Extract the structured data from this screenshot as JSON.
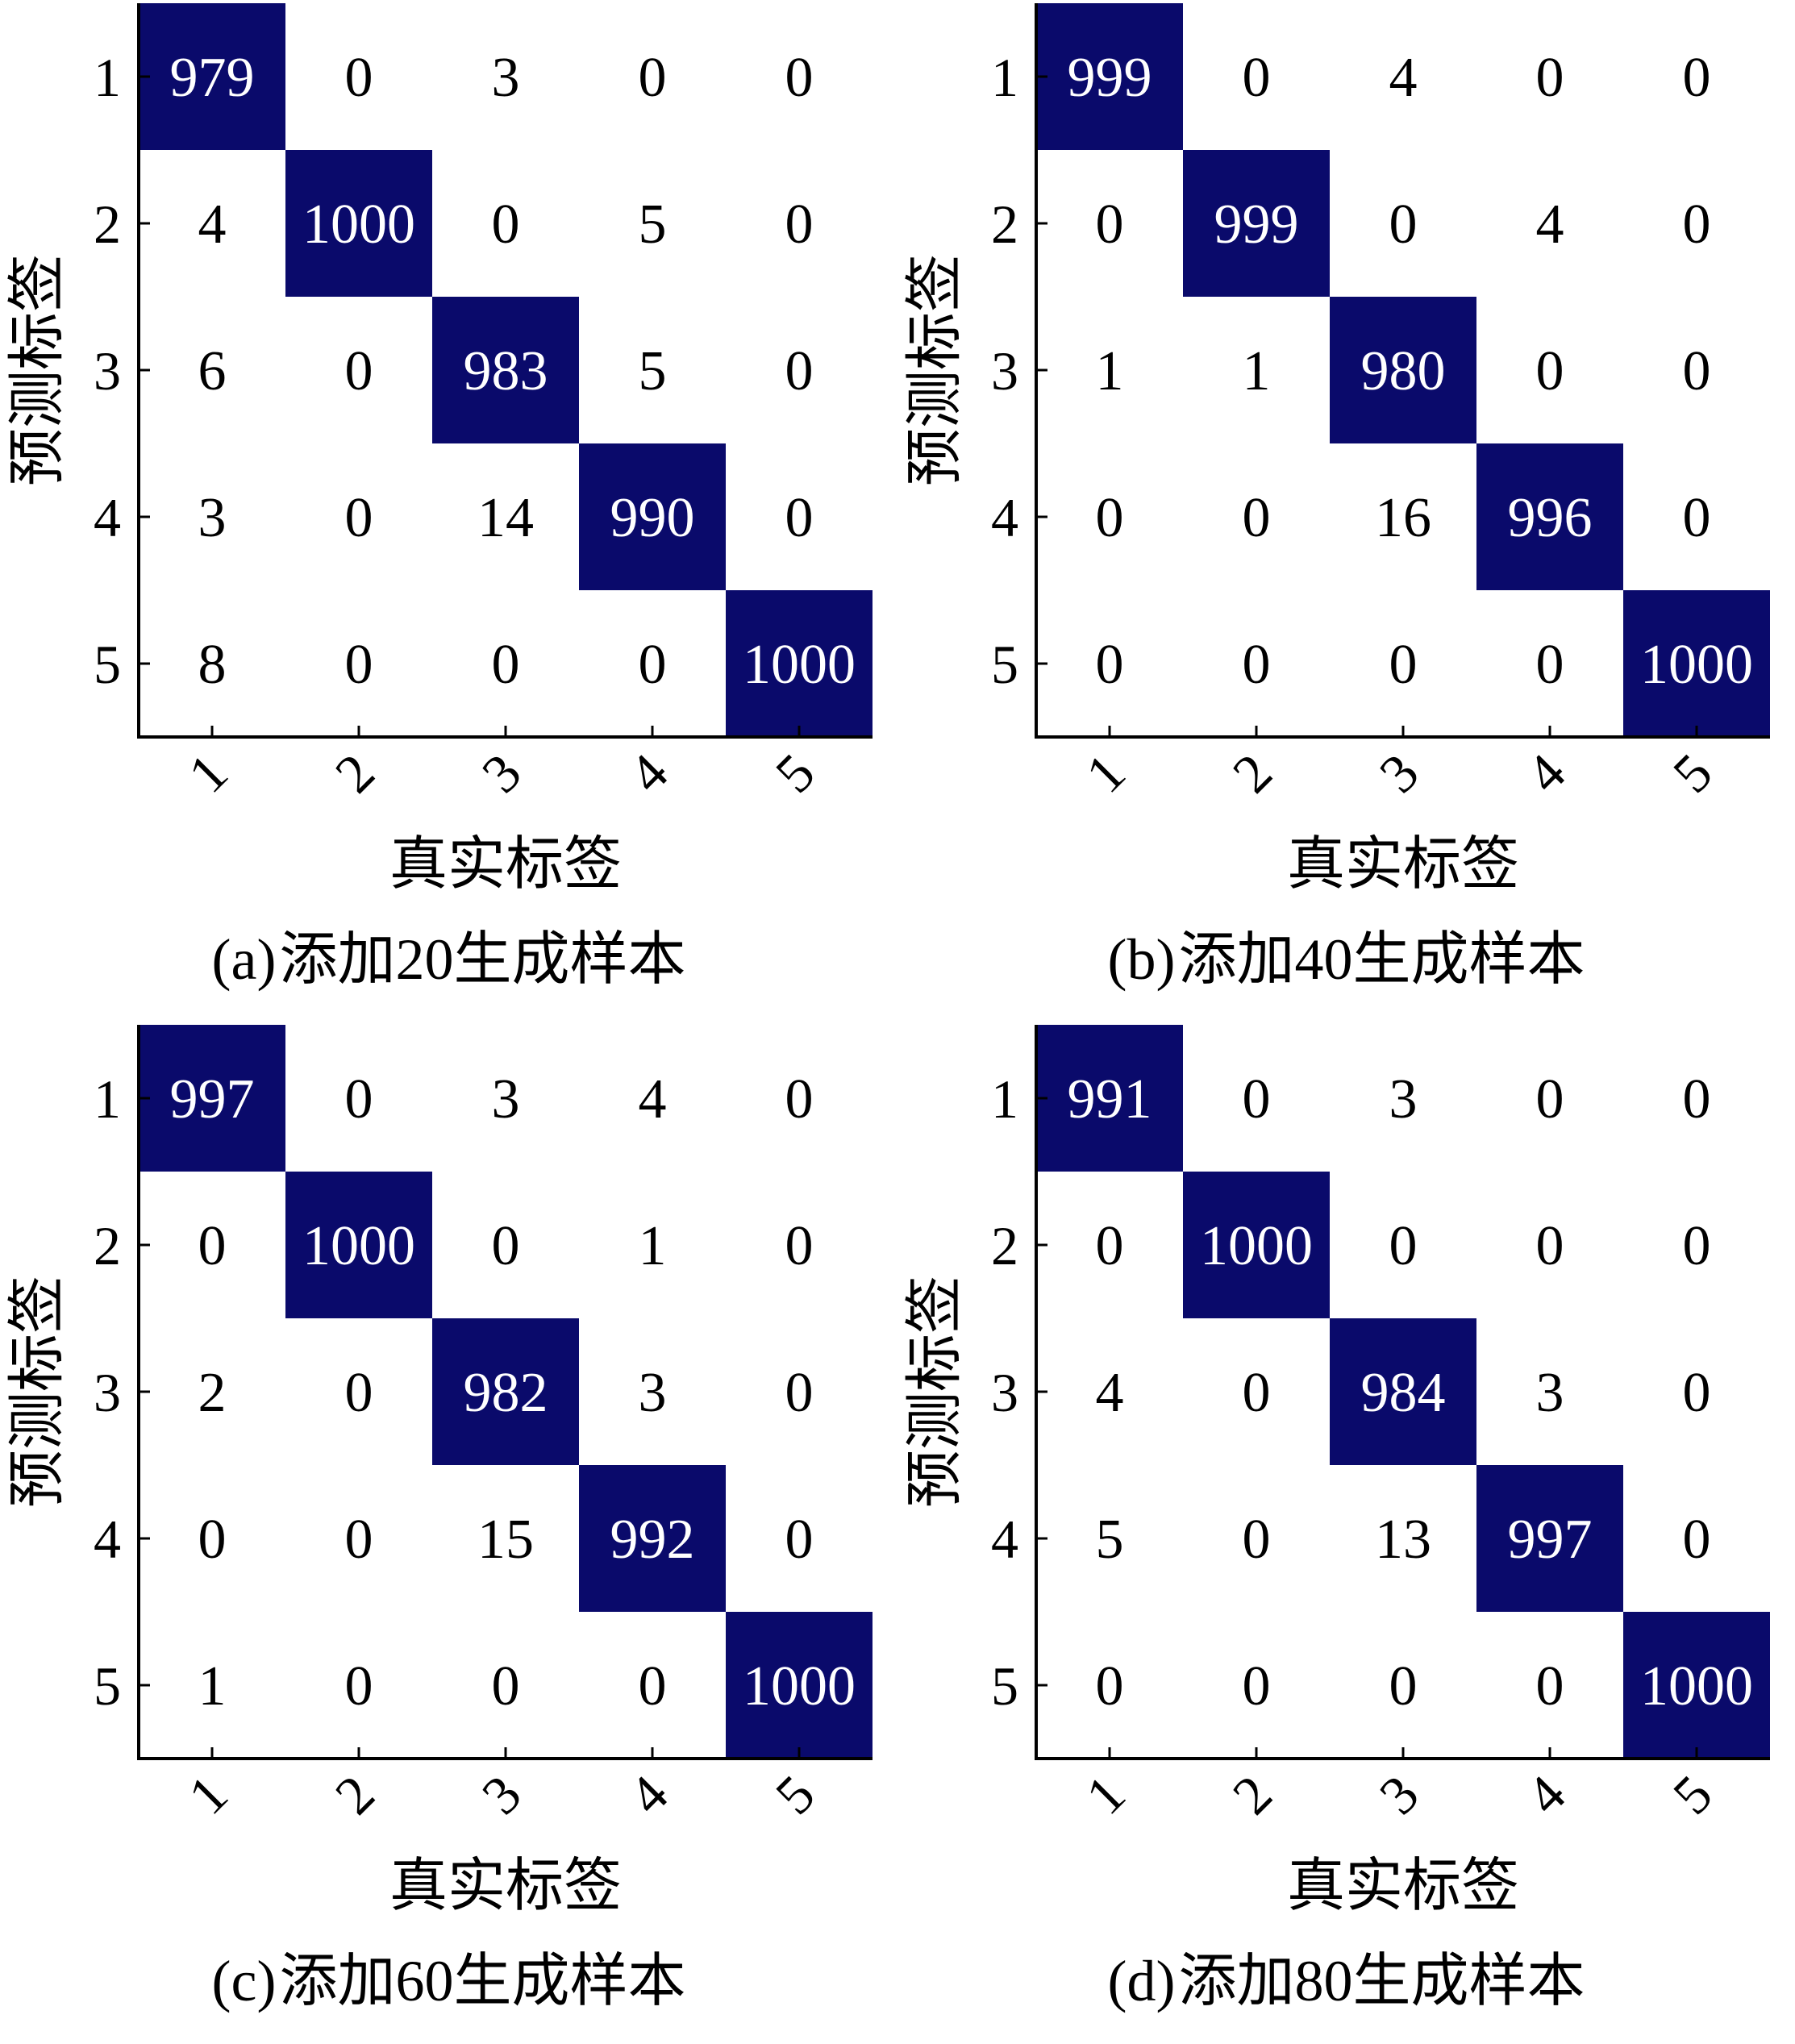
{
  "chart_data": [
    {
      "type": "heatmap",
      "caption_label": "(a)",
      "caption_text": "添加20生成样本",
      "xlabel": "真实标签",
      "ylabel": "预测标签",
      "x_categories": [
        "1",
        "2",
        "3",
        "4",
        "5"
      ],
      "y_categories": [
        "1",
        "2",
        "3",
        "4",
        "5"
      ],
      "matrix": [
        [
          979,
          0,
          3,
          0,
          0
        ],
        [
          4,
          1000,
          0,
          5,
          0
        ],
        [
          6,
          0,
          983,
          5,
          0
        ],
        [
          3,
          0,
          14,
          990,
          0
        ],
        [
          8,
          0,
          0,
          0,
          1000
        ]
      ],
      "highlight": "diagonal",
      "highlight_color": "#0a0a6b",
      "background_color": "#ffffff"
    },
    {
      "type": "heatmap",
      "caption_label": "(b)",
      "caption_text": "添加40生成样本",
      "xlabel": "真实标签",
      "ylabel": "预测标签",
      "x_categories": [
        "1",
        "2",
        "3",
        "4",
        "5"
      ],
      "y_categories": [
        "1",
        "2",
        "3",
        "4",
        "5"
      ],
      "matrix": [
        [
          999,
          0,
          4,
          0,
          0
        ],
        [
          0,
          999,
          0,
          4,
          0
        ],
        [
          1,
          1,
          980,
          0,
          0
        ],
        [
          0,
          0,
          16,
          996,
          0
        ],
        [
          0,
          0,
          0,
          0,
          1000
        ]
      ],
      "highlight": "diagonal",
      "highlight_color": "#0a0a6b",
      "background_color": "#ffffff"
    },
    {
      "type": "heatmap",
      "caption_label": "(c)",
      "caption_text": "添加60生成样本",
      "xlabel": "真实标签",
      "ylabel": "预测标签",
      "x_categories": [
        "1",
        "2",
        "3",
        "4",
        "5"
      ],
      "y_categories": [
        "1",
        "2",
        "3",
        "4",
        "5"
      ],
      "matrix": [
        [
          997,
          0,
          3,
          4,
          0
        ],
        [
          0,
          1000,
          0,
          1,
          0
        ],
        [
          2,
          0,
          982,
          3,
          0
        ],
        [
          0,
          0,
          15,
          992,
          0
        ],
        [
          1,
          0,
          0,
          0,
          1000
        ]
      ],
      "highlight": "diagonal",
      "highlight_color": "#0a0a6b",
      "background_color": "#ffffff"
    },
    {
      "type": "heatmap",
      "caption_label": "(d)",
      "caption_text": "添加80生成样本",
      "xlabel": "真实标签",
      "ylabel": "预测标签",
      "x_categories": [
        "1",
        "2",
        "3",
        "4",
        "5"
      ],
      "y_categories": [
        "1",
        "2",
        "3",
        "4",
        "5"
      ],
      "matrix": [
        [
          991,
          0,
          3,
          0,
          0
        ],
        [
          0,
          1000,
          0,
          0,
          0
        ],
        [
          4,
          0,
          984,
          3,
          0
        ],
        [
          5,
          0,
          13,
          997,
          0
        ],
        [
          0,
          0,
          0,
          0,
          1000
        ]
      ],
      "highlight": "diagonal",
      "highlight_color": "#0a0a6b",
      "background_color": "#ffffff"
    }
  ]
}
